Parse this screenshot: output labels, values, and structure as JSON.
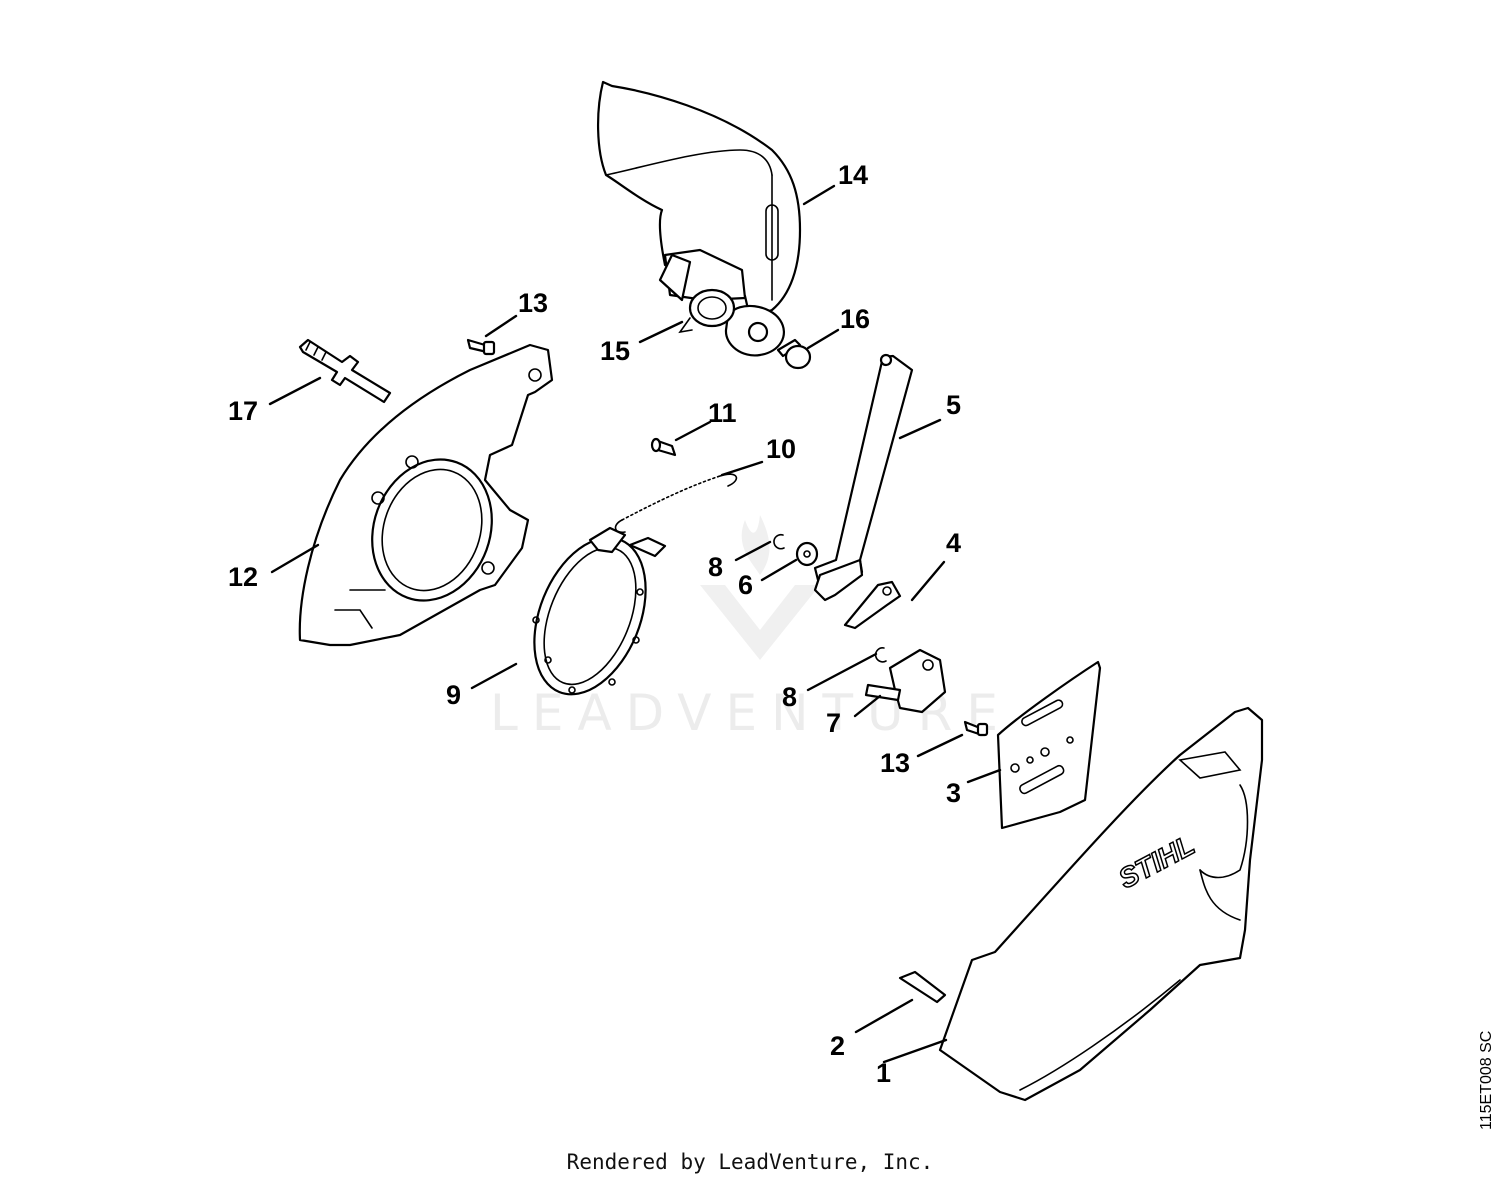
{
  "diagram": {
    "watermark_text": "LEADVENTURE",
    "logo_text": "STIHL",
    "callouts": [
      {
        "id": "c1",
        "label": "1"
      },
      {
        "id": "c2",
        "label": "2"
      },
      {
        "id": "c3",
        "label": "3"
      },
      {
        "id": "c4",
        "label": "4"
      },
      {
        "id": "c5",
        "label": "5"
      },
      {
        "id": "c6",
        "label": "6"
      },
      {
        "id": "c7",
        "label": "7"
      },
      {
        "id": "c8a",
        "label": "8"
      },
      {
        "id": "c8b",
        "label": "8"
      },
      {
        "id": "c9",
        "label": "9"
      },
      {
        "id": "c10",
        "label": "10"
      },
      {
        "id": "c11",
        "label": "11"
      },
      {
        "id": "c12",
        "label": "12"
      },
      {
        "id": "c13a",
        "label": "13"
      },
      {
        "id": "c13b",
        "label": "13"
      },
      {
        "id": "c14",
        "label": "14"
      },
      {
        "id": "c15",
        "label": "15"
      },
      {
        "id": "c16",
        "label": "16"
      },
      {
        "id": "c17",
        "label": "17"
      }
    ]
  },
  "footer": {
    "credit": "Rendered by LeadVenture, Inc.",
    "diagram_id": "115ET008 SC"
  }
}
